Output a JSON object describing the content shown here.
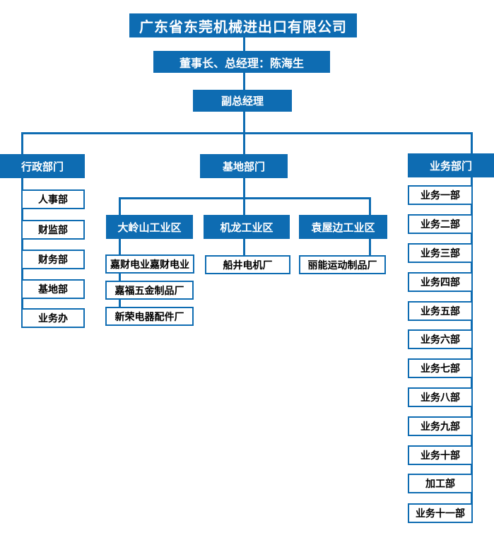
{
  "colors": {
    "primary_blue": "#0E6CB2",
    "node_text": "#000000"
  },
  "org_chart": {
    "company": "广东省东莞机械进出口有限公司",
    "executive": "董事长、总经理：陈海生",
    "deputy": "副总经理",
    "departments": {
      "admin": {
        "label": "行政部门",
        "children": [
          "人事部",
          "财监部",
          "财务部",
          "基地部",
          "业务办"
        ]
      },
      "base": {
        "label": "基地部门",
        "zones": [
          {
            "label": "大岭山工业区",
            "factories": [
              "嘉财电业嘉财电业",
              "嘉福五金制品厂",
              "新荣电器配件厂"
            ]
          },
          {
            "label": "机龙工业区",
            "factories": [
              "船井电机厂"
            ]
          },
          {
            "label": "袁屋边工业区",
            "factories": [
              "丽能运动制品厂"
            ]
          }
        ]
      },
      "business": {
        "label": "业务部门",
        "children": [
          "业务一部",
          "业务二部",
          "业务三部",
          "业务四部",
          "业务五部",
          "业务六部",
          "业务七部",
          "业务八部",
          "业务九部",
          "业务十部",
          "加工部",
          "业务十一部"
        ]
      }
    }
  }
}
